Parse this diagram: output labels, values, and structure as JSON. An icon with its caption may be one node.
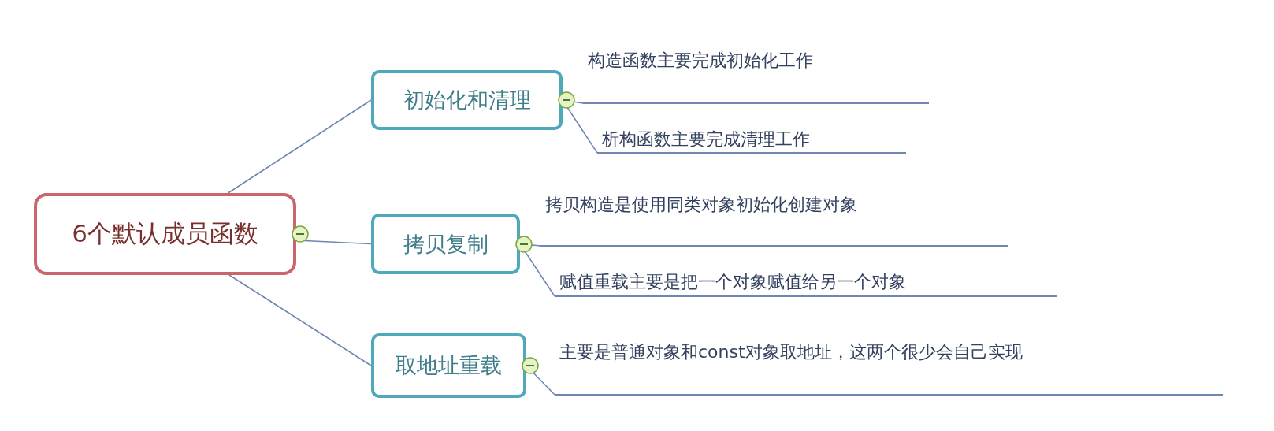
{
  "diagram": {
    "nodes": [
      {
        "text": [
          "6个默认成员函数"
        ]
      },
      {
        "text": [
          "初始化和清理"
        ]
      },
      {
        "text": [
          "构造函数主要完成初始化工作"
        ]
      },
      {
        "text": [
          "析构函数主要完成清理工作"
        ]
      },
      {
        "text": [
          "拷贝复制"
        ]
      },
      {
        "text": [
          "拷贝构造是使用同类对象初始化创建对象"
        ]
      },
      {
        "text": [
          "赋值重载主要是把一个对象赋值给另一个对象"
        ]
      },
      {
        "text": [
          "取地址重载"
        ]
      },
      {
        "text": [
          "主要是普通对象和const对象取地址，这两个很少会自己实现"
        ]
      }
    ],
    "edges": [
      {
        "from": 0,
        "to": 1,
        "arrow": "none"
      },
      {
        "from": 1,
        "to": 2,
        "arrow": "none"
      },
      {
        "from": 1,
        "to": 3,
        "arrow": "none"
      },
      {
        "from": 0,
        "to": 4,
        "arrow": "none"
      },
      {
        "from": 4,
        "to": 5,
        "arrow": "none"
      },
      {
        "from": 4,
        "to": 6,
        "arrow": "none"
      },
      {
        "from": 0,
        "to": 7,
        "arrow": "none"
      },
      {
        "from": 7,
        "to": 8,
        "arrow": "none"
      }
    ]
  }
}
